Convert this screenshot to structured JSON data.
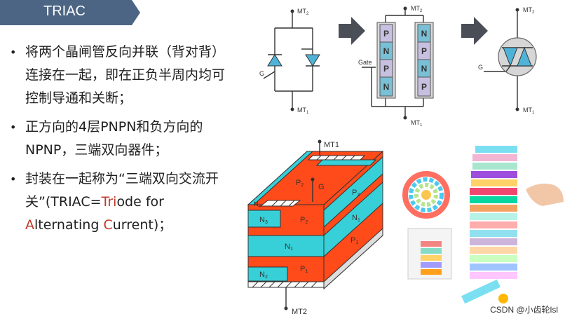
{
  "banner": {
    "title": "TRIAC",
    "color": "#4d6584"
  },
  "bullets": [
    {
      "lines": [
        "将两个晶闸管反向并联（背对背）",
        "连接在一起，即在正负半周内均可",
        "控制导通和关断；"
      ]
    },
    {
      "lines": [
        "正方向的4层PNPN和负方向的",
        "NPNP，三端双向器件；"
      ]
    },
    {
      "parts": [
        "封装在一起称为“三端双向交流开",
        "关”(TRIAC=",
        "Tri",
        "ode for",
        "A",
        "lternating ",
        "C",
        "urrent)；"
      ]
    }
  ],
  "circuit": {
    "mt2": "MT",
    "mt2_sub": "2",
    "mt1": "MT",
    "mt1_sub": "1",
    "gate": "G"
  },
  "layers": {
    "left": [
      "P",
      "N",
      "P",
      "N"
    ],
    "right": [
      "N",
      "P",
      "N",
      "P"
    ],
    "mt2": "MT",
    "mt2_sub": "2",
    "mt1": "MT",
    "mt1_sub": "1",
    "gate": "Gate"
  },
  "symbol": {
    "mt2": "MT",
    "mt2_sub": "2",
    "mt1": "MT",
    "mt1_sub": "1",
    "gate": "G"
  },
  "structure": {
    "mt1": "MT1",
    "mt2": "MT2",
    "g": "G",
    "n3": "N",
    "n3_sub": "3",
    "p2_top": "P",
    "p2_top_sub": "2",
    "p2r": "P",
    "p2r_sub": "2",
    "n4": "N",
    "n4_sub": "4",
    "p2_mid": "P",
    "p2_mid_sub": "2",
    "n1": "N",
    "n1_sub": "1",
    "n1r": "N",
    "n1r_sub": "1",
    "p1r": "P",
    "p1r_sub": "1",
    "n2": "N",
    "n2_sub": "2",
    "p1": "P",
    "p1_sub": "1"
  },
  "colors": {
    "orange": "#ff4a1a",
    "cyan": "#38d0d8",
    "p_layer": "#c8c0e0",
    "n_layer": "#79c0d6",
    "arrow": "#4a4f57"
  },
  "watermark": "CSDN @小齿轮lsl"
}
